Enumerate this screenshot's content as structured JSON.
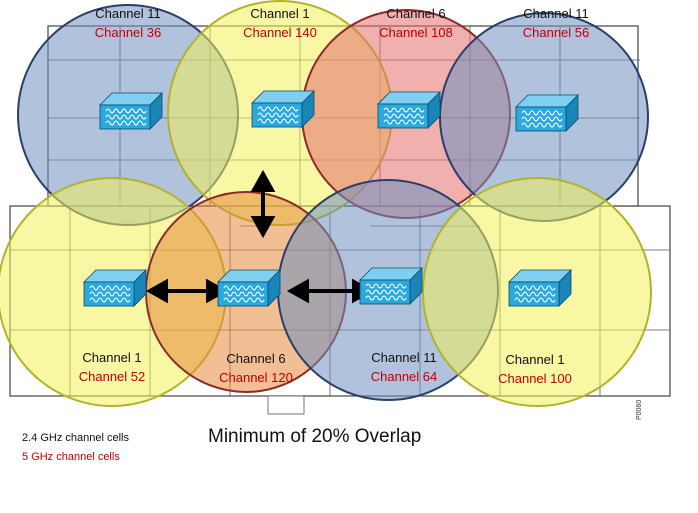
{
  "colors": {
    "cell_blue": "#6f8fc0",
    "cell_yellow": "#f2f05a",
    "cell_red": "#e2706c",
    "cell_orange": "#e58a3a",
    "cell_blue_stroke": "#2a3e6a",
    "cell_yellow_stroke": "#b4b228",
    "cell_red_stroke": "#8c2a2a",
    "label_24ghz": "#111111",
    "label_5ghz": "#c00000",
    "ap_fill": "#2aa8e0",
    "ap_wave": "#ffffff"
  },
  "cells": [
    {
      "ch24": "Channel 11",
      "ch5": "Channel 36",
      "color": "blue"
    },
    {
      "ch24": "Channel 1",
      "ch5": "Channel 140",
      "color": "yellow"
    },
    {
      "ch24": "Channel 6",
      "ch5": "Channel 108",
      "color": "red"
    },
    {
      "ch24": "Channel 11",
      "ch5": "Channel 56",
      "color": "blue"
    },
    {
      "ch24": "Channel 1",
      "ch5": "Channel 52",
      "color": "yellow"
    },
    {
      "ch24": "Channel 6",
      "ch5": "Channel 120",
      "color": "orange"
    },
    {
      "ch24": "Channel 11",
      "ch5": "Channel 64",
      "color": "blue"
    },
    {
      "ch24": "Channel 1",
      "ch5": "Channel 100",
      "color": "yellow"
    }
  ],
  "access_point_icon": "wireless-access-point-icon",
  "caption": "Minimum of 20% Overlap",
  "legend": {
    "ghz24": "2.4 GHz channel cells",
    "ghz5": "5 GHz channel cells"
  },
  "figure_id": "P0060"
}
